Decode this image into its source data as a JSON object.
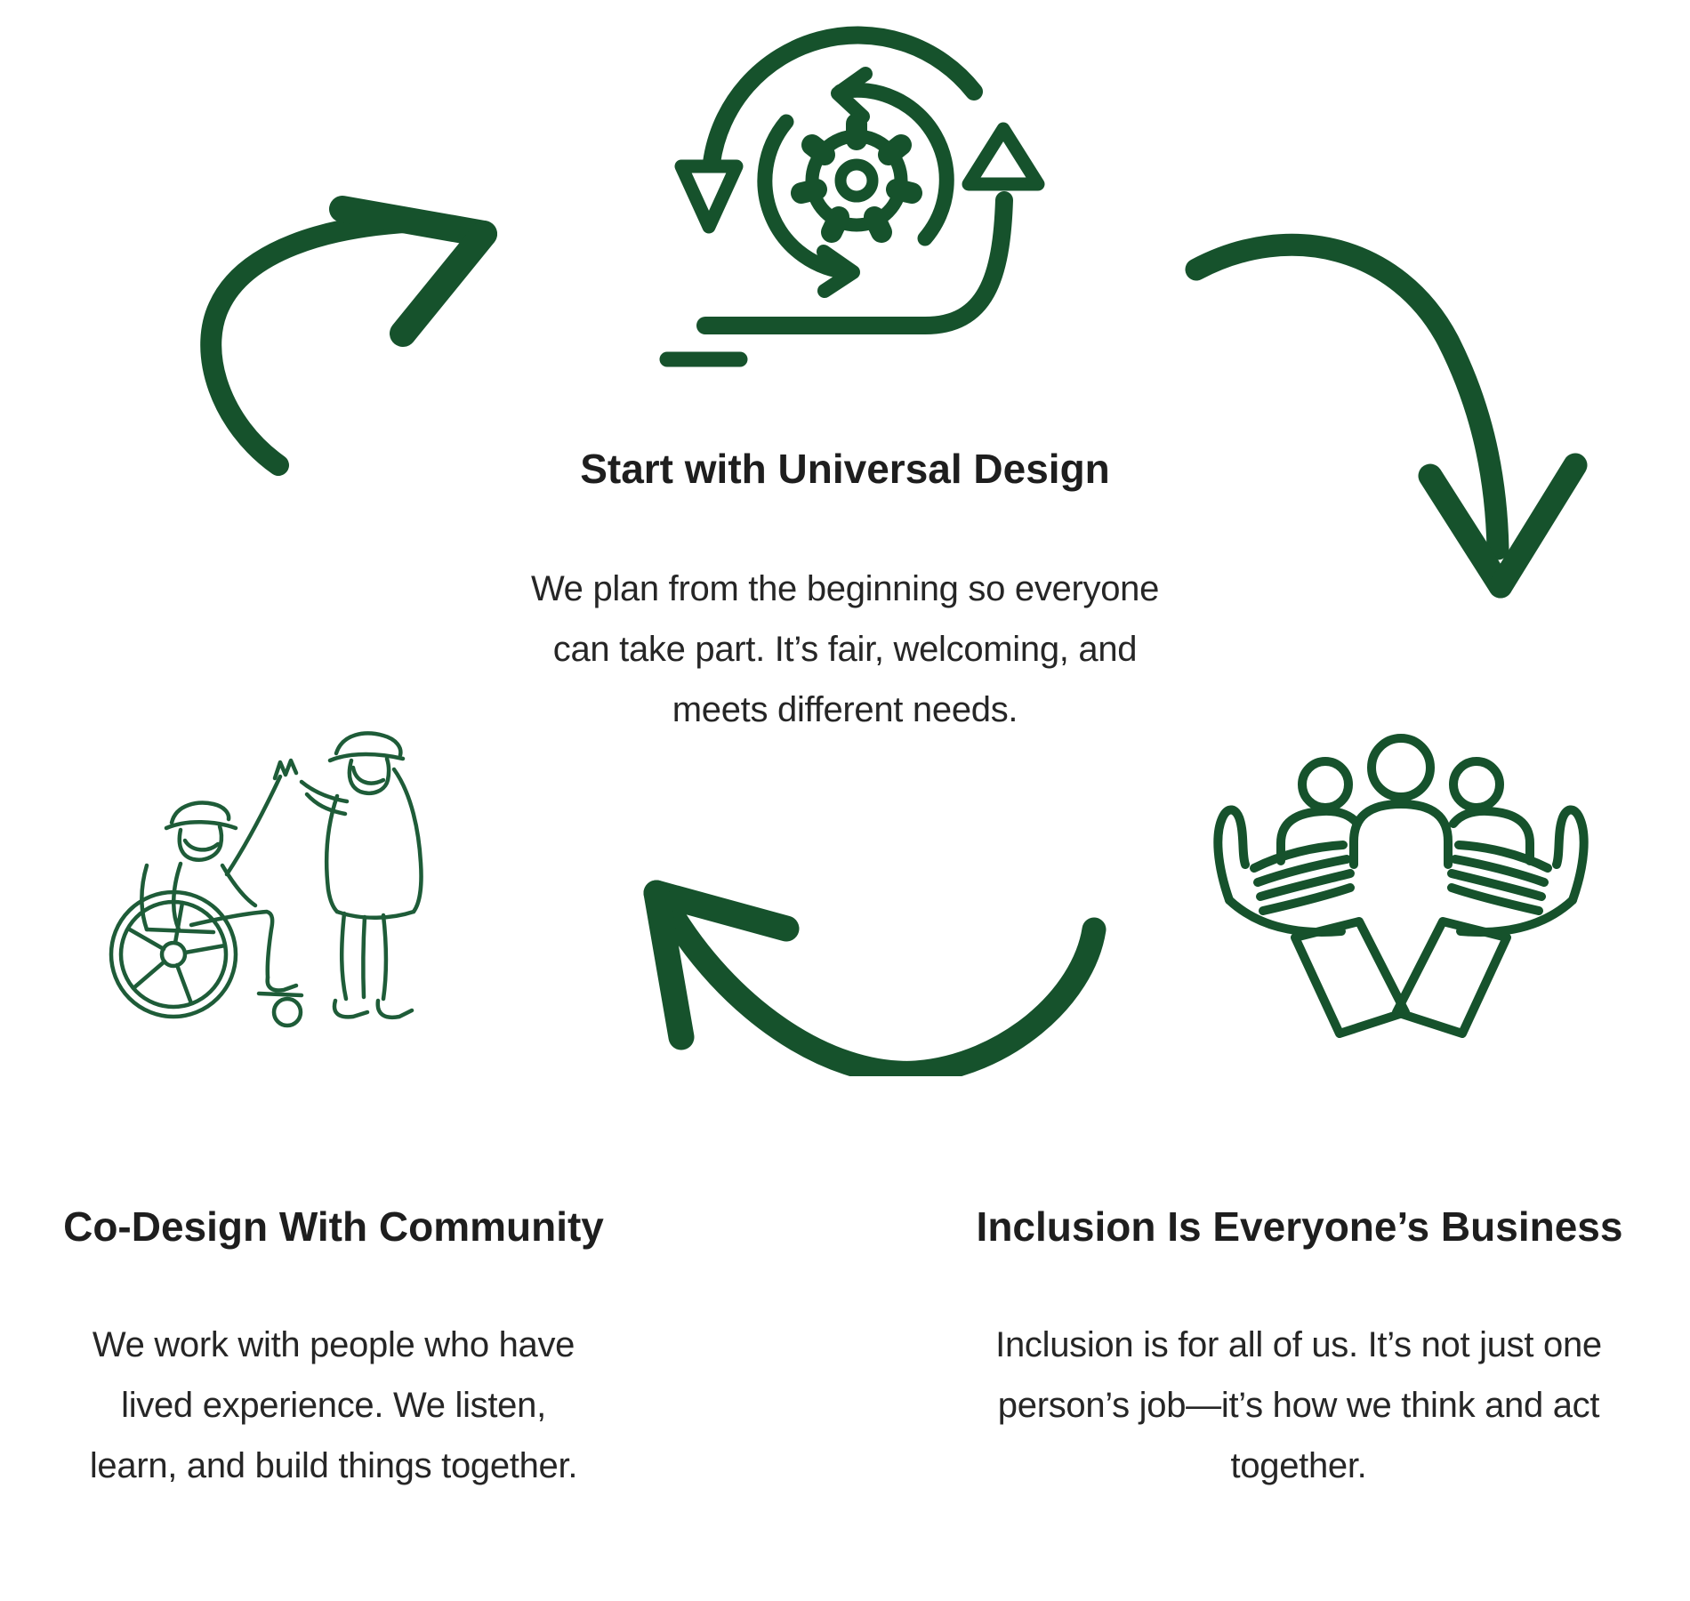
{
  "diagram": {
    "kind": "cycle-diagram",
    "colors": {
      "arrow_green": "#16522c",
      "line_art_green": "#1e5c38",
      "heading_color": "#1e1e1e",
      "body_color": "#262626",
      "background": "#ffffff"
    },
    "nodes": [
      {
        "id": "universal-design",
        "icon": "process-gear-cycle-icon",
        "title": "Start with Universal Design",
        "body_lines": [
          "We plan from the beginning so everyone",
          "can take part. It’s fair, welcoming, and",
          "meets different needs."
        ]
      },
      {
        "id": "inclusion",
        "icon": "hands-holding-people-icon",
        "title": "Inclusion Is Everyone’s Business",
        "body_lines": [
          "Inclusion is for all of us. It’s not just one",
          "person’s job—it’s how we think and act",
          "together."
        ]
      },
      {
        "id": "co-design",
        "icon": "wheelchair-highfive-illustration",
        "title": "Co-Design With Community",
        "body_lines": [
          "We work with people who have",
          "lived experience. We listen,",
          "learn, and build things together."
        ]
      }
    ],
    "arrows": [
      {
        "id": "arrow-codesign-to-universal",
        "direction": "up-right"
      },
      {
        "id": "arrow-universal-to-inclusion",
        "direction": "down-right"
      },
      {
        "id": "arrow-inclusion-to-codesign",
        "direction": "up-left"
      }
    ]
  }
}
